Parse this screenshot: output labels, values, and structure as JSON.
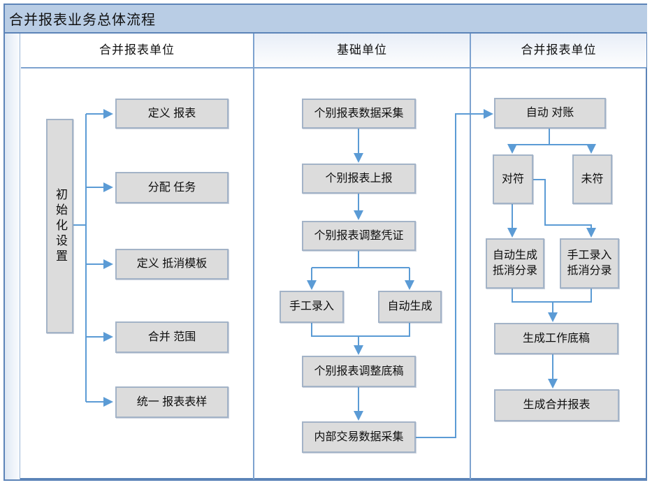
{
  "title": "合并报表业务总体流程",
  "lanes": {
    "left": {
      "header": "合并报表单位",
      "init_box": "初始化设置",
      "boxes": [
        "定义 报表",
        "分配 任务",
        "定义 抵消模板",
        "合并 范围",
        "统一 报表表样"
      ]
    },
    "middle": {
      "header": "基础单位",
      "boxes": [
        "个别报表数据采集",
        "个别报表上报",
        "个别报表调整凭证",
        "手工录入",
        "自动生成",
        "个别报表调整底稿",
        "内部交易数据采集"
      ]
    },
    "right": {
      "header": "合并报表单位",
      "boxes": [
        "自动 对账",
        "对符",
        "未符",
        "自动生成\n抵消分录",
        "手工录入\n抵消分录",
        "生成工作底稿",
        "生成合并报表"
      ]
    }
  },
  "colors": {
    "frame_border": "#5c84b8",
    "title_bg": "#b9cde5",
    "lane_line": "#7da2cf",
    "box_fill": "#dcdcdc",
    "box_border": "#a3b3c7",
    "arrow": "#5b9bd5",
    "text": "#1a1a1a"
  }
}
